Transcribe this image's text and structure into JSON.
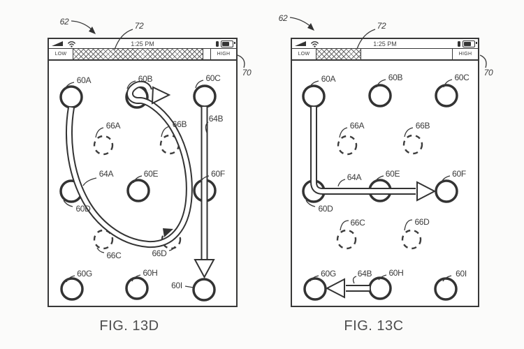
{
  "colors": {
    "ink": "#333333",
    "label": "#3a3a3a",
    "caption": "#4d4d4d",
    "background": "#fbfbfa"
  },
  "figures": [
    {
      "caption": "FIG. 13D",
      "refs": {
        "screen": "62",
        "slider": "72",
        "device": "70"
      },
      "status_bar": {
        "time": "1:25 PM"
      },
      "slider": {
        "low": "LOW",
        "high": "HIGH",
        "fill_width": "95%"
      },
      "nodes": {
        "a": "60A",
        "b": "60B",
        "c": "60C",
        "d": "60D",
        "e": "60E",
        "f": "60F",
        "g": "60G",
        "h": "60H",
        "i": "60I"
      },
      "ghosts": {
        "a": "66A",
        "b": "66B",
        "c": "66C",
        "d": "66D"
      },
      "gestures": {
        "a": "64A",
        "b": "64B"
      }
    },
    {
      "caption": "FIG. 13C",
      "refs": {
        "screen": "62",
        "slider": "72",
        "device": "70"
      },
      "status_bar": {
        "time": "1:25 PM"
      },
      "slider": {
        "low": "LOW",
        "high": "HIGH",
        "fill_width": "33%"
      },
      "nodes": {
        "a": "60A",
        "b": "60B",
        "c": "60C",
        "d": "60D",
        "e": "60E",
        "f": "60F",
        "g": "60G",
        "h": "60H",
        "i": "60I"
      },
      "ghosts": {
        "a": "66A",
        "b": "66B",
        "c": "66C",
        "d": "66D"
      },
      "gestures": {
        "a": "64A",
        "b": "64B"
      }
    }
  ]
}
